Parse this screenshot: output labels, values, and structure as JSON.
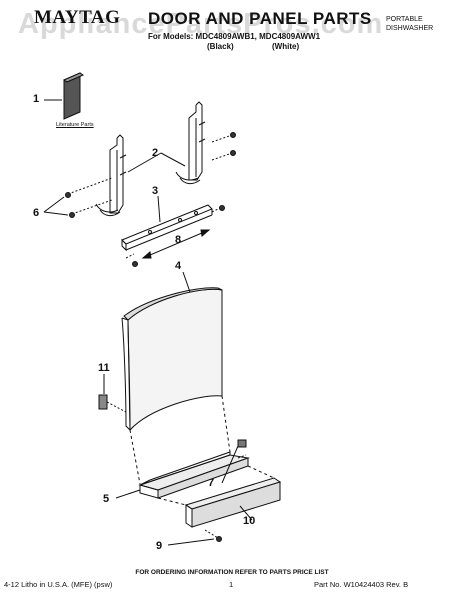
{
  "header": {
    "brand": "MAYTAG",
    "title": "DOOR AND PANEL PARTS",
    "models": "For Models: MDC4809AWB1, MDC4809AWW1",
    "variant_black": "(Black)",
    "variant_white": "(White)",
    "product_type_line1": "PORTABLE",
    "product_type_line2": "DISHWASHER"
  },
  "watermark": "AppliancePartsPros.com",
  "labels": {
    "literature_parts": "Literature Parts"
  },
  "callouts": {
    "c1": "1",
    "c2": "2",
    "c3": "3",
    "c4": "4",
    "c5": "5",
    "c6": "6",
    "c7": "7",
    "c8": "8",
    "c9": "9",
    "c10": "10",
    "c11": "11"
  },
  "footer": {
    "ordering_info": "FOR ORDERING INFORMATION REFER TO PARTS PRICE LIST",
    "litho": "4-12 Litho in U.S.A. (MFE) (psw)",
    "page": "1",
    "part_no": "Part No. W10424403 Rev. B"
  }
}
